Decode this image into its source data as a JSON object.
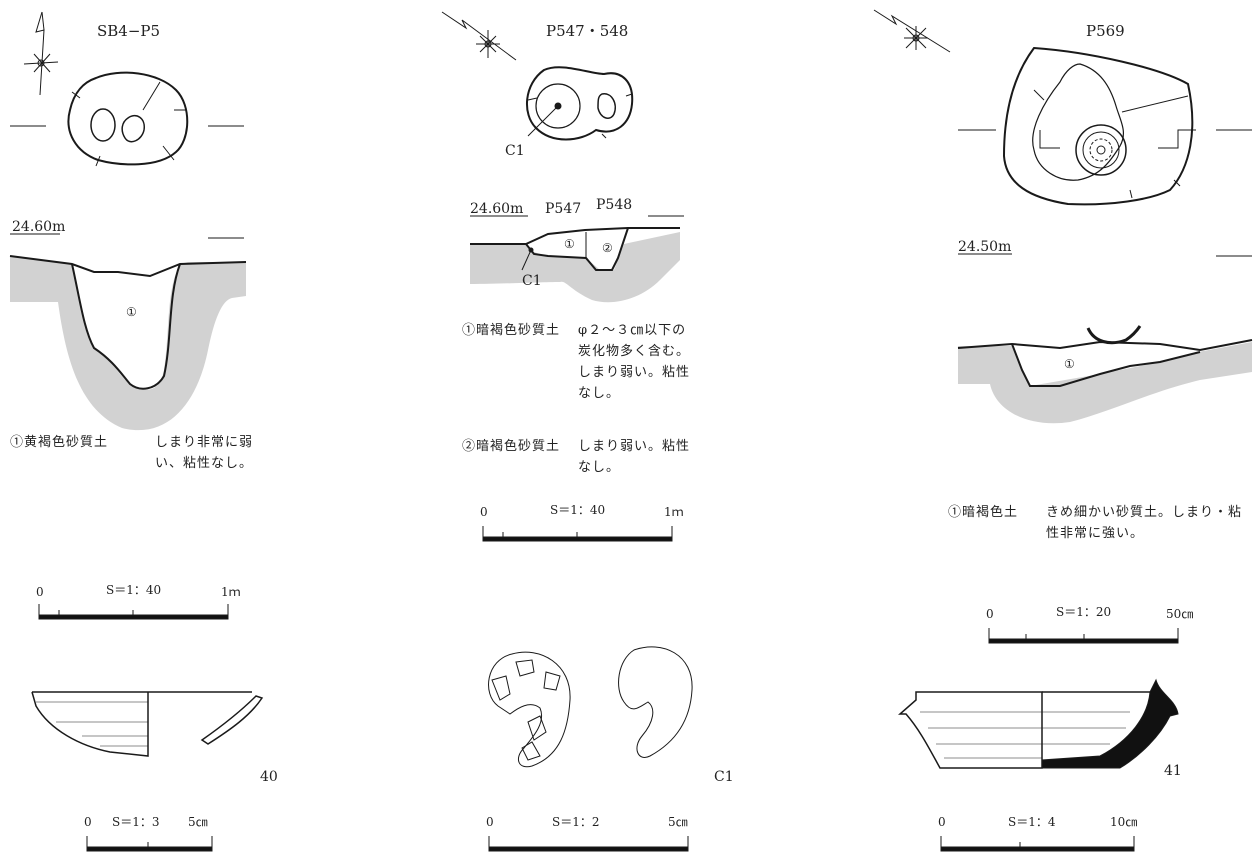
{
  "panels": [
    {
      "title": "SB4−P5",
      "elevation": "24.60m",
      "section_layer_mark": "①",
      "layers": [
        {
          "name": "①黄褐色砂質土",
          "description": "しまり非常に弱い、粘性なし。"
        }
      ],
      "scale_section": {
        "start": "0",
        "label": "S＝1：40",
        "end": "1ｍ"
      },
      "artifact_number": "40",
      "scale_artifact": {
        "start": "0",
        "label": "S＝1：3",
        "end": "5㎝"
      }
    },
    {
      "title": "P547・548",
      "plan_point_label": "C1",
      "elevation": "24.60m",
      "pit_labels": [
        "P547",
        "P548"
      ],
      "section_layer_marks": [
        "①",
        "②"
      ],
      "section_point_label": "C1",
      "layers": [
        {
          "name": "①暗褐色砂質土",
          "description": "φ２～３㎝以下の炭化物多く含む。しまり弱い。粘性なし。"
        },
        {
          "name": "②暗褐色砂質土",
          "description": "しまり弱い。粘性なし。"
        }
      ],
      "scale_section": {
        "start": "0",
        "label": "S＝1：40",
        "end": "1ｍ"
      },
      "artifact_number": "C1",
      "scale_artifact": {
        "start": "0",
        "label": "S＝1：2",
        "end": "5㎝"
      }
    },
    {
      "title": "P569",
      "elevation": "24.50m",
      "section_layer_mark": "①",
      "layers": [
        {
          "name": "①暗褐色土",
          "description": "きめ細かい砂質土。しまり・粘性非常に強い。"
        }
      ],
      "scale_section": {
        "start": "0",
        "label": "S＝1：20",
        "end": "50㎝"
      },
      "artifact_number": "41",
      "scale_artifact": {
        "start": "0",
        "label": "S＝1：4",
        "end": "10㎝"
      }
    }
  ],
  "colors": {
    "ink": "#1a1a1a",
    "fill": "#d2d2d2",
    "ceramic_black": "#111111"
  }
}
